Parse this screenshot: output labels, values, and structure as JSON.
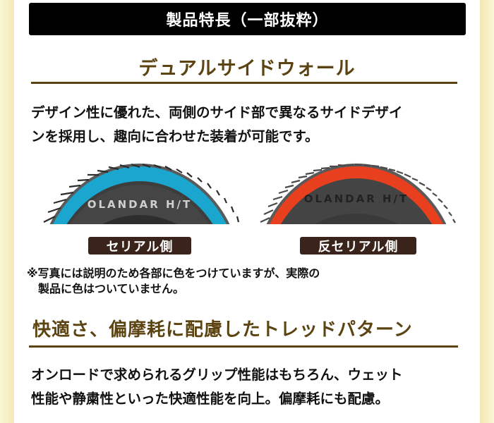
{
  "header": {
    "title": "製品特長（一部抜粋）"
  },
  "sections": [
    {
      "heading": "デュアルサイドウォール",
      "body_lines": [
        "デザイン性に優れた、両側のサイド部で異なるサイドデザイ",
        "ンを採用し、趣向に合わせた装着が可能です。"
      ],
      "images": [
        {
          "label": "セリアル側",
          "tread_color": "#1aa6cf",
          "sidewall_text": "OLANDAR H/T"
        },
        {
          "label": "反セリアル側",
          "tread_color": "#e8401f",
          "sidewall_text": "OLANDAR H/T"
        }
      ],
      "note_lines": [
        "※写真には説明のため各部に色をつけていますが、実際の",
        "製品に色はついていません。"
      ]
    },
    {
      "heading": "快適さ、偏摩耗に配慮したトレッドパターン",
      "body_lines": [
        "オンロードで求められるグリップ性能はもちろん、ウェット",
        "性能や静粛性といった快適性能を向上。偏摩耗にも配慮。"
      ]
    }
  ],
  "colors": {
    "heading_brown": "#5c4412",
    "badge_bg": "#3a231a",
    "side_cream": "#f6eec4"
  }
}
